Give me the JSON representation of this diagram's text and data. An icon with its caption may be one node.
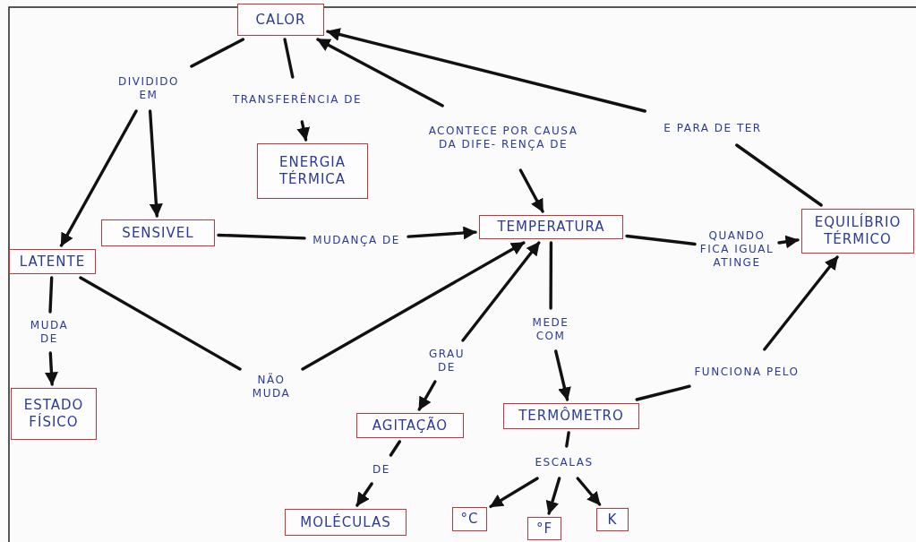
{
  "diagram": {
    "nodes": [
      {
        "text": [
          "CALOR"
        ]
      },
      {
        "text": [
          "DIVIDIDO EM"
        ]
      },
      {
        "text": [
          "TRANSFERÊNCIA DE"
        ]
      },
      {
        "text": [
          "ENERGIA TÉRMICA"
        ]
      },
      {
        "text": [
          "ACONTECE POR CAUSA DA DIFE- RENÇA DE"
        ]
      },
      {
        "text": [
          "E PARA DE TER"
        ]
      },
      {
        "text": [
          "SENSIVEL"
        ]
      },
      {
        "text": [
          "LATENTE"
        ]
      },
      {
        "text": [
          "MUDANÇA DE"
        ]
      },
      {
        "text": [
          "TEMPERATURA"
        ]
      },
      {
        "text": [
          "QUANDO FICA IGUAL ATINGE"
        ]
      },
      {
        "text": [
          "EQUILÍBRIO TÉRMICO"
        ]
      },
      {
        "text": [
          "MUDA DE"
        ]
      },
      {
        "text": [
          "ESTADO FÍSICO"
        ]
      },
      {
        "text": [
          "NÃO MUDA"
        ]
      },
      {
        "text": [
          "GRAU DE"
        ]
      },
      {
        "text": [
          "MEDE COM"
        ]
      },
      {
        "text": [
          "AGITAÇÃO"
        ]
      },
      {
        "text": [
          "DE"
        ]
      },
      {
        "text": [
          "MOLÉCULAS"
        ]
      },
      {
        "text": [
          "TERMÔMETRO"
        ]
      },
      {
        "text": [
          "ESCALAS"
        ]
      },
      {
        "text": [
          "FUNCIONA PELO"
        ]
      },
      {
        "text": [
          "°C"
        ]
      },
      {
        "text": [
          "°F"
        ]
      },
      {
        "text": [
          "K"
        ]
      }
    ],
    "edges": [
      {
        "from": 0,
        "to": 1,
        "arrow": "none"
      },
      {
        "from": 1,
        "to": 7,
        "arrow": "to"
      },
      {
        "from": 1,
        "to": 6,
        "arrow": "to"
      },
      {
        "from": 0,
        "to": 2,
        "arrow": "none"
      },
      {
        "from": 2,
        "to": 3,
        "arrow": "to"
      },
      {
        "from": 4,
        "to": 0,
        "arrow": "to"
      },
      {
        "from": 4,
        "to": 9,
        "arrow": "to"
      },
      {
        "from": 11,
        "to": 5,
        "arrow": "none"
      },
      {
        "from": 5,
        "to": 0,
        "arrow": "to"
      },
      {
        "from": 6,
        "to": 8,
        "arrow": "none"
      },
      {
        "from": 8,
        "to": 9,
        "arrow": "to"
      },
      {
        "from": 9,
        "to": 10,
        "arrow": "none"
      },
      {
        "from": 10,
        "to": 11,
        "arrow": "to"
      },
      {
        "from": 7,
        "to": 12,
        "arrow": "none"
      },
      {
        "from": 12,
        "to": 13,
        "arrow": "to"
      },
      {
        "from": 7,
        "to": 14,
        "arrow": "none"
      },
      {
        "from": 14,
        "to": 9,
        "arrow": "to"
      },
      {
        "from": 15,
        "to": 9,
        "arrow": "to"
      },
      {
        "from": 15,
        "to": 17,
        "arrow": "to"
      },
      {
        "from": 9,
        "to": 16,
        "arrow": "none"
      },
      {
        "from": 16,
        "to": 20,
        "arrow": "to"
      },
      {
        "from": 17,
        "to": 18,
        "arrow": "none"
      },
      {
        "from": 18,
        "to": 19,
        "arrow": "to"
      },
      {
        "from": 20,
        "to": 21,
        "arrow": "none"
      },
      {
        "from": 21,
        "to": 23,
        "arrow": "to"
      },
      {
        "from": 21,
        "to": 24,
        "arrow": "to"
      },
      {
        "from": 21,
        "to": 25,
        "arrow": "to"
      },
      {
        "from": 20,
        "to": 22,
        "arrow": "none"
      },
      {
        "from": 22,
        "to": 11,
        "arrow": "to"
      }
    ]
  }
}
